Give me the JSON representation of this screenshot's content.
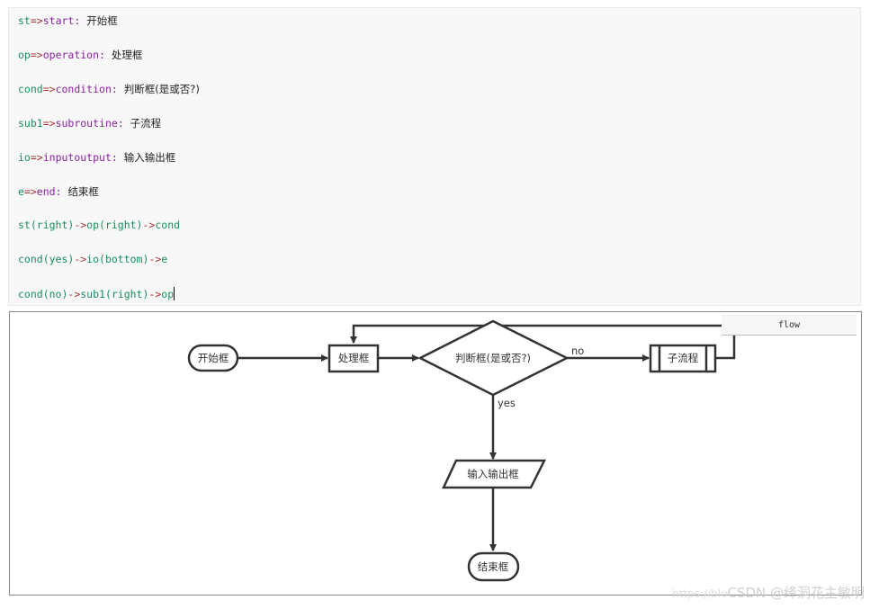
{
  "code": {
    "lines": [
      {
        "var": "st",
        "arrow": "=>",
        "type": "start",
        "colon": ": ",
        "text": "开始框"
      },
      {
        "var": "op",
        "arrow": "=>",
        "type": "operation",
        "colon": ": ",
        "text": "处理框"
      },
      {
        "var": "cond",
        "arrow": "=>",
        "type": "condition",
        "colon": ": ",
        "text": "判断框(是或否?)"
      },
      {
        "var": "sub1",
        "arrow": "=>",
        "type": "subroutine",
        "colon": ": ",
        "text": "子流程"
      },
      {
        "var": "io",
        "arrow": "=>",
        "type": "inputoutput",
        "colon": ": ",
        "text": "输入输出框"
      },
      {
        "var": "e",
        "arrow": "=>",
        "type": "end",
        "colon": ": ",
        "text": "结束框"
      }
    ],
    "flows": [
      [
        "st(right)",
        "->",
        "op(right)",
        "->",
        "cond"
      ],
      [
        "cond(yes)",
        "->",
        "io(bottom)",
        "->",
        "e"
      ],
      [
        "cond(no)",
        "->",
        "sub1(right)",
        "->",
        "op"
      ]
    ]
  },
  "diagram": {
    "tab_label": "flow",
    "nodes": {
      "start": "开始框",
      "operation": "处理框",
      "condition": "判断框(是或否?)",
      "subroutine": "子流程",
      "inputoutput": "输入输出框",
      "end": "结束框"
    },
    "labels": {
      "no": "no",
      "yes": "yes"
    }
  },
  "watermark": {
    "url": "https://blo",
    "text": "CSDN @绛洞花主敏明"
  }
}
